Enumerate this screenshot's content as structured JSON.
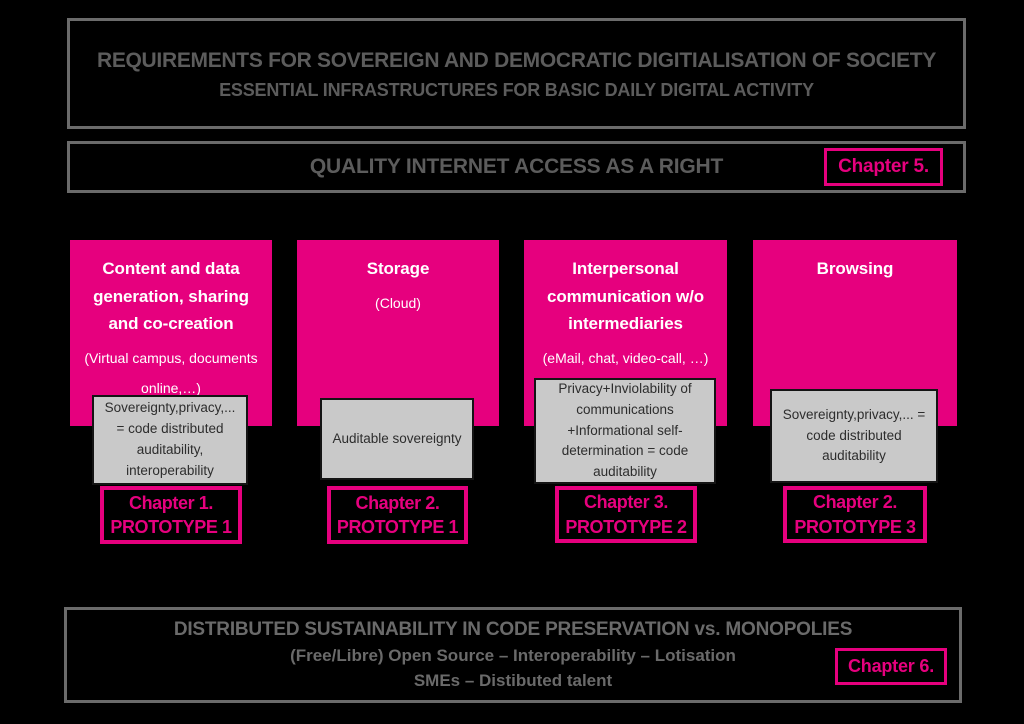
{
  "header": {
    "title": "REQUIREMENTS FOR SOVEREIGN AND DEMOCRATIC DIGITIALISATION OF SOCIETY",
    "subtitle": "ESSENTIAL INFRASTRUCTURES FOR BASIC DAILY DIGITAL ACTIVITY"
  },
  "internet_bar": {
    "title": "QUALITY INTERNET ACCESS AS A RIGHT",
    "badge": "Chapter 5."
  },
  "columns": [
    {
      "title": "Content and data generation, sharing and co-creation",
      "subtitle": "(Virtual campus, documents online,…)",
      "note": "Sovereignty,privacy,... = code distributed auditability, interoperability",
      "badge_line1": "Chapter 1.",
      "badge_line2": "PROTOTYPE 1"
    },
    {
      "title": "Storage",
      "subtitle": "(Cloud)",
      "note": "Auditable sovereignty",
      "badge_line1": "Chapter 2.",
      "badge_line2": "PROTOTYPE 1"
    },
    {
      "title": "Interpersonal communication w/o intermediaries",
      "subtitle": "(eMail, chat, video-call, …)",
      "note": "Privacy+Inviolability of communications +Informational self-determination = code auditability",
      "badge_line1": "Chapter 3.",
      "badge_line2": "PROTOTYPE 2"
    },
    {
      "title": "Browsing",
      "subtitle": "",
      "note": "Sovereignty,privacy,... = code distributed auditability",
      "badge_line1": "Chapter 2.",
      "badge_line2": "PROTOTYPE 3"
    }
  ],
  "footer": {
    "line1": "DISTRIBUTED SUSTAINABILITY IN CODE PRESERVATION vs. MONOPOLIES",
    "line2": "(Free/Libre) Open Source – Interoperability – Lotisation",
    "line3": "SMEs – Distibuted talent",
    "badge": "Chapter 6."
  },
  "colors": {
    "magenta": "#e6007e",
    "note_gray_fill": "#c9c9c9",
    "outline_gray": "#6b6b6b",
    "header_text_gray": "#5c5c5c",
    "footer_text_gray": "#6a6a6a",
    "background": "#000000",
    "pink_box_text": "#ffffff",
    "note_text": "#2d2d2d"
  }
}
